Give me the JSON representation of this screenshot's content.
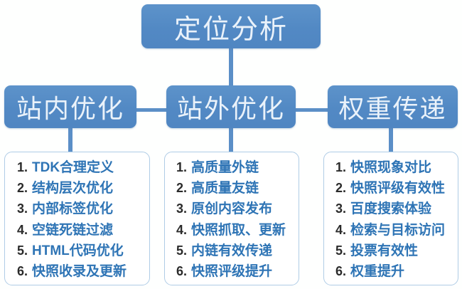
{
  "diagram": {
    "type": "mind-map",
    "title": "定位分析",
    "root": {
      "label": "定位分析"
    },
    "branches": [
      {
        "id": "onsite",
        "label": "站内优化",
        "items": [
          {
            "num": "1.",
            "text": "TDK合理定义"
          },
          {
            "num": "2.",
            "text": "结构层次优化"
          },
          {
            "num": "3.",
            "text": "内部标签优化"
          },
          {
            "num": "4.",
            "text": "空链死链过滤"
          },
          {
            "num": "5.",
            "text": "HTML代码优化"
          },
          {
            "num": "6.",
            "text": "快照收录及更新"
          }
        ]
      },
      {
        "id": "offsite",
        "label": "站外优化",
        "items": [
          {
            "num": "1.",
            "text": "高质量外链"
          },
          {
            "num": "2.",
            "text": "高质量友链"
          },
          {
            "num": "3.",
            "text": "原创内容发布"
          },
          {
            "num": "4.",
            "text": "快照抓取、更新"
          },
          {
            "num": "5.",
            "text": "内链有效传递"
          },
          {
            "num": "6.",
            "text": "快照评级提升"
          }
        ]
      },
      {
        "id": "weight",
        "label": "权重传递",
        "items": [
          {
            "num": "1.",
            "text": "快照现象对比"
          },
          {
            "num": "2.",
            "text": "快照评级有效性"
          },
          {
            "num": "3.",
            "text": "百度搜索体验"
          },
          {
            "num": "4.",
            "text": "检索与目标访问"
          },
          {
            "num": "5.",
            "text": "投票有效性"
          },
          {
            "num": "6.",
            "text": "权重提升"
          }
        ]
      }
    ],
    "colors": {
      "node_blue": "#5289C4",
      "connector_blue": "#5B8FC7",
      "card_border": "#AFCCE6",
      "item_text_blue": "#2E74B5",
      "item_num_dark": "#2B2B2B",
      "background": "#FEFFFE"
    }
  }
}
